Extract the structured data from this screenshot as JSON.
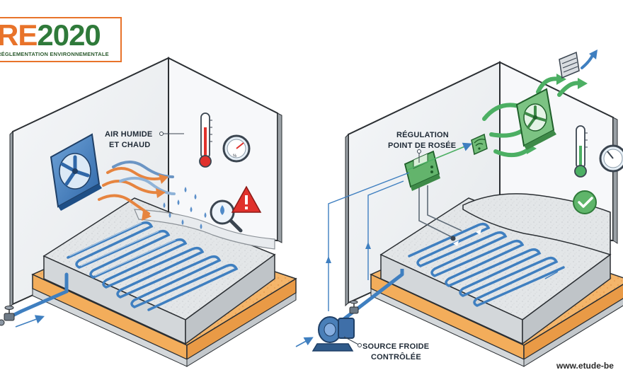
{
  "logo": {
    "brand_re": "RE",
    "brand_year": "2020",
    "subtitle": "RÉGLEMENTATION ENVIRONNEMENTALE",
    "colors": {
      "orange": "#e8732a",
      "green": "#2f7a3a"
    }
  },
  "left_scene": {
    "label_air": [
      "AIR HUMIDE",
      "ET CHAUD"
    ],
    "icons": [
      "fan-icon",
      "thermometer-icon",
      "humidity-gauge-icon",
      "warning-icon",
      "magnifier-droplet-icon",
      "valve-icon"
    ]
  },
  "right_scene": {
    "label_regulation": [
      "RÉGULATION",
      "POINT DE ROSÉE"
    ],
    "label_source": [
      "SOURCE FROIDE",
      "CONTRÔLÉE"
    ],
    "icons": [
      "controller-icon",
      "wifi-sensor-icon",
      "extract-fan-icon",
      "vent-icon",
      "thermometer-icon",
      "humidity-gauge-icon",
      "check-icon",
      "pump-icon"
    ]
  },
  "footer": {
    "website": "www.etude-be"
  },
  "colors": {
    "pipe": "#3f7fc0",
    "slab": "#dfe3e6",
    "insulation": "#f3b267",
    "warm_air": "#e6843f",
    "green_flow": "#4caf63",
    "alert": "#e0312c"
  }
}
